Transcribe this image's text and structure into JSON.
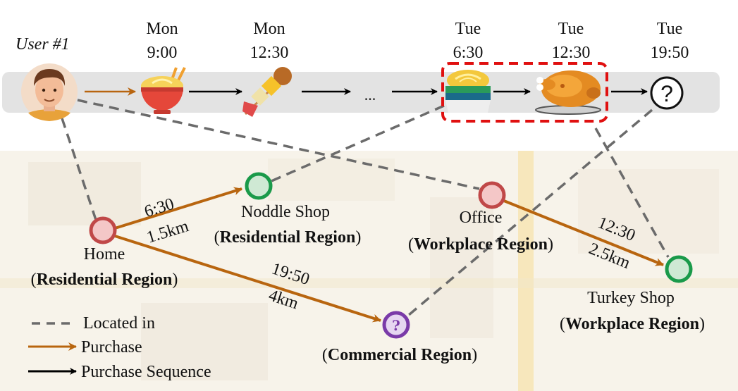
{
  "user": {
    "label": "User #1"
  },
  "timeline": {
    "events": [
      {
        "day": "Mon",
        "time": "9:00",
        "icon": "noodle-bowl-icon"
      },
      {
        "day": "Mon",
        "time": "12:30",
        "icon": "skewer-icon"
      },
      {
        "day": "",
        "time": "",
        "icon": "ellipsis",
        "text": "..."
      },
      {
        "day": "Tue",
        "time": "6:30",
        "icon": "noodle-box-icon"
      },
      {
        "day": "Tue",
        "time": "12:30",
        "icon": "roast-turkey-icon"
      },
      {
        "day": "Tue",
        "time": "19:50",
        "icon": "question-circle-icon",
        "text": "?"
      }
    ]
  },
  "places": {
    "home": {
      "name": "Home",
      "region_prefix": "(",
      "region": "Residential Region",
      "region_suffix": ")"
    },
    "noodle_shop": {
      "name": "Noddle Shop",
      "region_prefix": "(",
      "region": "Residential Region",
      "region_suffix": ")"
    },
    "office": {
      "name": "Office",
      "region_prefix": "(",
      "region": "Workplace Region",
      "region_suffix": ")"
    },
    "turkey_shop": {
      "name": "Turkey Shop",
      "region_prefix": "(",
      "region": "Workplace Region",
      "region_suffix": ")"
    },
    "unknown": {
      "symbol": "?",
      "region_prefix": "(",
      "region": "Commercial Region",
      "region_suffix": ")"
    }
  },
  "edges": {
    "home_noodle": {
      "time": "6:30",
      "distance": "1.5km"
    },
    "office_turkey": {
      "time": "12:30",
      "distance": "2.5km"
    },
    "home_commercial": {
      "time": "19:50",
      "distance": "4km"
    }
  },
  "legend": {
    "located_in": "Located in",
    "purchase": "Purchase",
    "purchase_sequence": "Purchase Sequence"
  },
  "colors": {
    "purchase": "#b8650f",
    "sequence": "#000000",
    "located_in": "#6b6b6b",
    "residential_node": "#d04848",
    "shop_node": "#1a9a4a",
    "commercial_node": "#7a3aa8",
    "highlight_box": "#e01010"
  }
}
